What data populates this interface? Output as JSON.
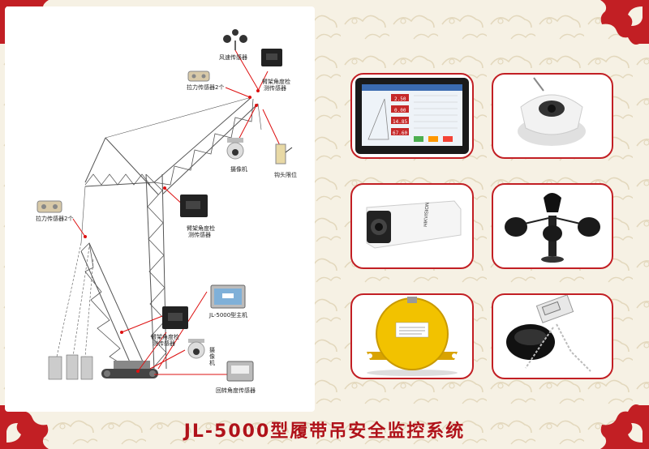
{
  "title": "JL-5000型履带吊安全监控系统",
  "colors": {
    "accent": "#b0121a",
    "frame": "#c21f24",
    "background": "#f6f1e4"
  },
  "labels": {
    "wind_sensor": "风速传感器",
    "tension_sensor_top": "拉力传感器2个",
    "boom_angle_top_1": "臂架角度检",
    "boom_angle_top_2": "测传感器",
    "camera_top": "摄像机",
    "hook_limit": "钩头限位",
    "tension_sensor_mid": "拉力传感器2个",
    "boom_angle_mid_1": "臂架角度检",
    "boom_angle_mid_2": "测传感器",
    "main_unit": "JL-5000型主机",
    "boom_angle_low_1": "臂架角度检",
    "boom_angle_low_2": "测传感器",
    "camera_low_1": "摄",
    "camera_low_2": "像",
    "camera_low_3": "机",
    "slew_sensor": "回转角度传感器"
  },
  "screen_values": [
    "2.50",
    "0.00",
    "14.85",
    "67.60"
  ],
  "products": [
    {
      "name": "display-monitor-photo"
    },
    {
      "name": "dome-camera-photo"
    },
    {
      "name": "bullet-camera-photo",
      "brand": "HIKVISION"
    },
    {
      "name": "anemometer-photo"
    },
    {
      "name": "yellow-sensor-photo"
    },
    {
      "name": "hook-limit-switch-photo"
    }
  ]
}
